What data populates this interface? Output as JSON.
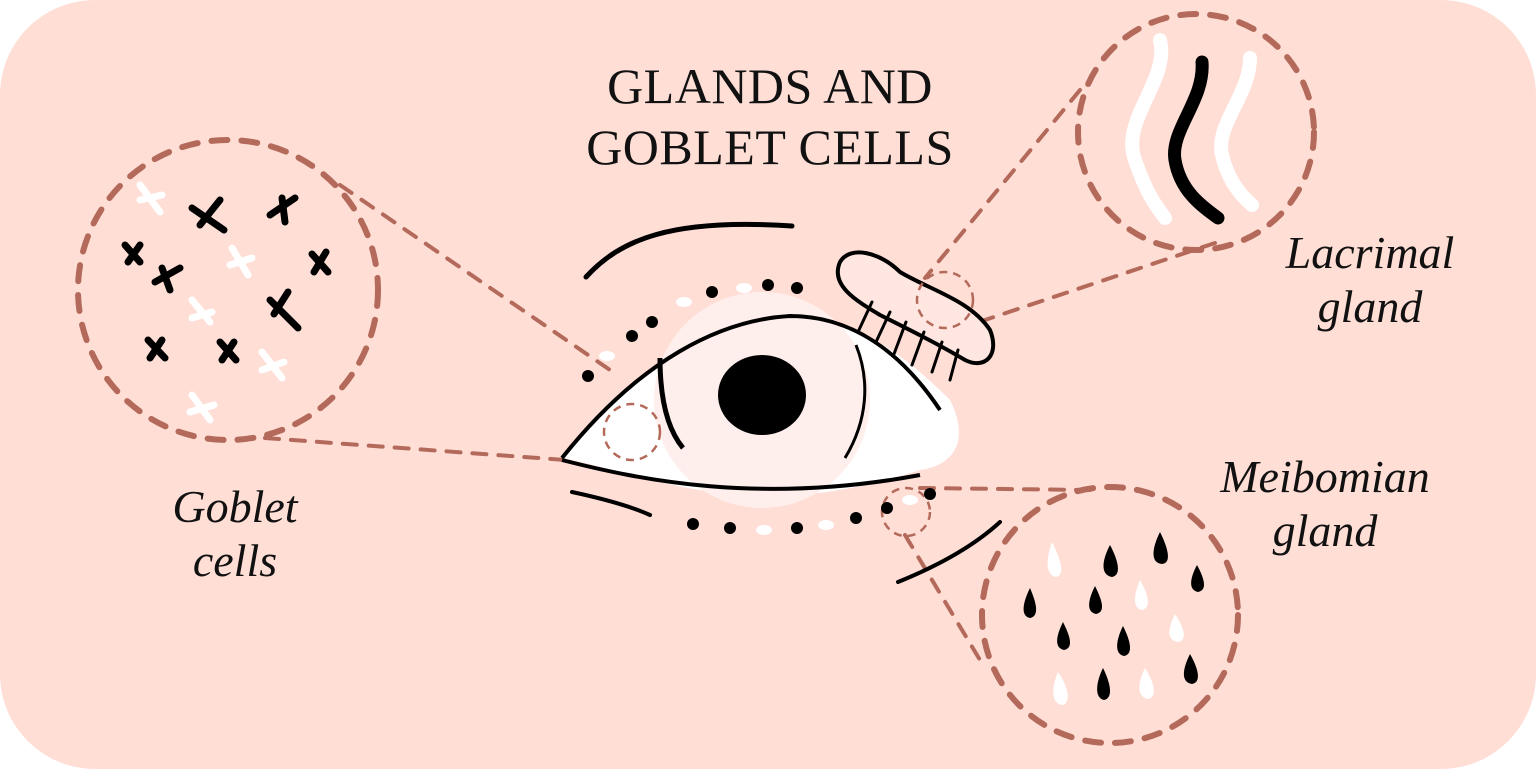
{
  "diagram": {
    "title_line1": "GLANDS AND",
    "title_line2": "GOBLET CELLS",
    "callouts": [
      {
        "id": "goblet",
        "label_line1": "Goblet",
        "label_line2": "cells",
        "pattern": "crosses"
      },
      {
        "id": "lacrimal",
        "label_line1": "Lacrimal",
        "label_line2": "gland",
        "pattern": "wavy-lines"
      },
      {
        "id": "meibomian",
        "label_line1": "Meibomian",
        "label_line2": "gland",
        "pattern": "droplets"
      }
    ],
    "colors": {
      "background": "#ffded6",
      "dashed_outline": "#b46a5a",
      "ink": "#000000",
      "highlight": "#ffffff",
      "iris": "#ffefec",
      "gland": "#ffe6e0"
    }
  }
}
